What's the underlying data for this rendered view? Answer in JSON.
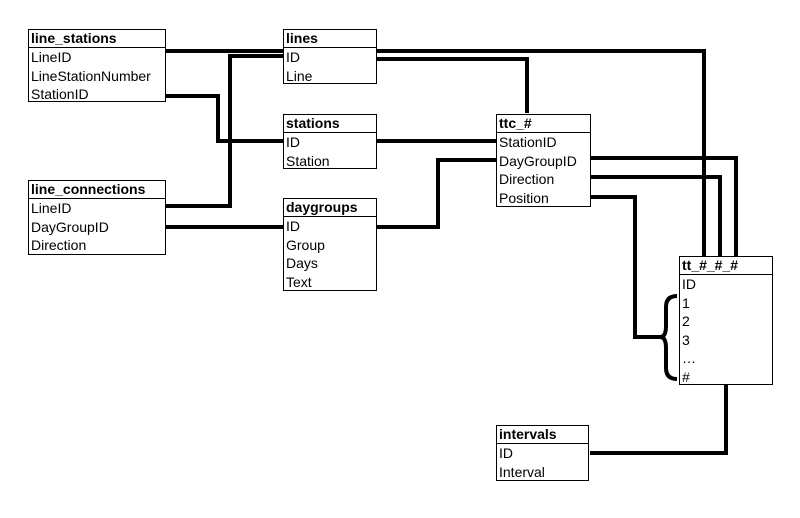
{
  "tables": {
    "line_stations": {
      "title": "line_stations",
      "fields": [
        "LineID",
        "LineStationNumber",
        "StationID"
      ]
    },
    "lines": {
      "title": "lines",
      "fields": [
        "ID",
        "Line"
      ]
    },
    "stations": {
      "title": "stations",
      "fields": [
        "ID",
        "Station"
      ]
    },
    "ttc": {
      "title": "ttc_#",
      "fields": [
        "StationID",
        "DayGroupID",
        "Direction",
        "Position"
      ]
    },
    "line_connections": {
      "title": "line_connections",
      "fields": [
        "LineID",
        "DayGroupID",
        "Direction"
      ]
    },
    "daygroups": {
      "title": "daygroups",
      "fields": [
        "ID",
        "Group",
        "Days",
        "Text"
      ]
    },
    "tt": {
      "title": "tt_#_#_#",
      "fields": [
        "ID",
        "1",
        "2",
        "3",
        "…",
        "#"
      ]
    },
    "intervals": {
      "title": "intervals",
      "fields": [
        "ID",
        "Interval"
      ]
    }
  },
  "colors": {
    "line": "#000000",
    "background": "#ffffff"
  }
}
